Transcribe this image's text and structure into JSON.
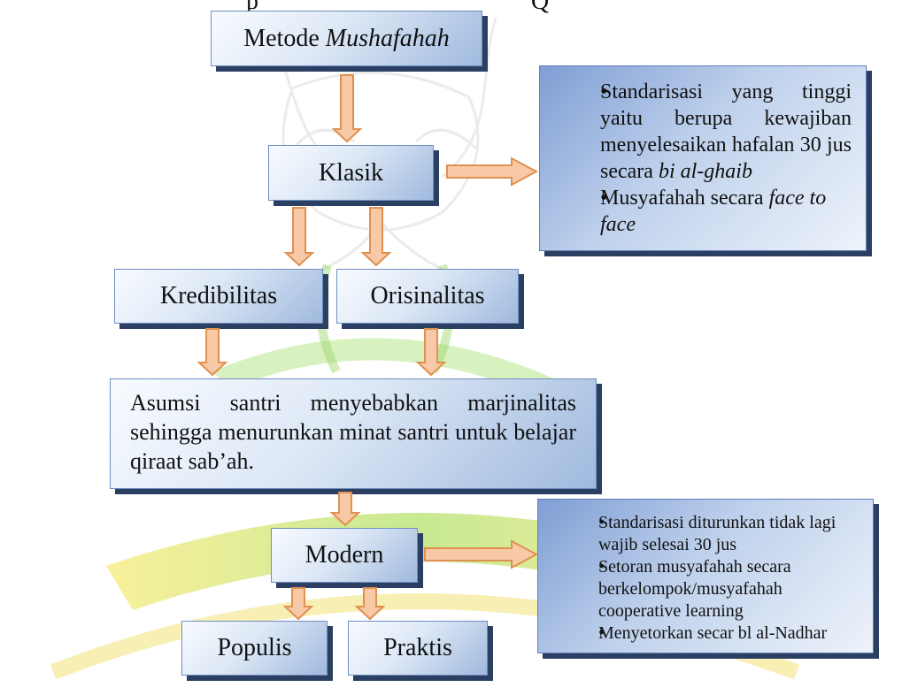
{
  "header_partial": "p                                            Q",
  "nodes": {
    "method": {
      "prefix": "Metode ",
      "italic": "Mushafahah"
    },
    "classic": "Klasik",
    "credibility": "Kredibilitas",
    "originality": "Orisinalitas",
    "assumption": "Asumsi santri menyebabkan marjinalitas sehingga menurunkan minat santri untuk belajar qiraat sab’ah.",
    "modern": "Modern",
    "populist": "Populis",
    "practical": "Praktis"
  },
  "classic_notes": {
    "item1_text": "Standarisasi yang tinggi yaitu berupa kewajiban menyelesaikan hafalan 30 jus secara ",
    "item1_italic": "bi al-ghaib",
    "item2_text": "Musyafahah secara ",
    "item2_italic": "face to face"
  },
  "modern_notes": [
    "Standarisasi diturunkan tidak lagi wajib selesai 30 jus",
    "Setoran  musyafahah secara berkelompok/musyafahah cooperative learning",
    "Menyetorkan secar bl al-Nadhar"
  ],
  "colors": {
    "box_light": "#f8fbff",
    "box_dark": "#9fb9de",
    "shadow": "#2b3f63",
    "arrow_fill": "#f7c9a6",
    "arrow_stroke": "#e0904f",
    "watermark_green": "#7ccf2f",
    "watermark_yellow": "#f3e44a"
  }
}
